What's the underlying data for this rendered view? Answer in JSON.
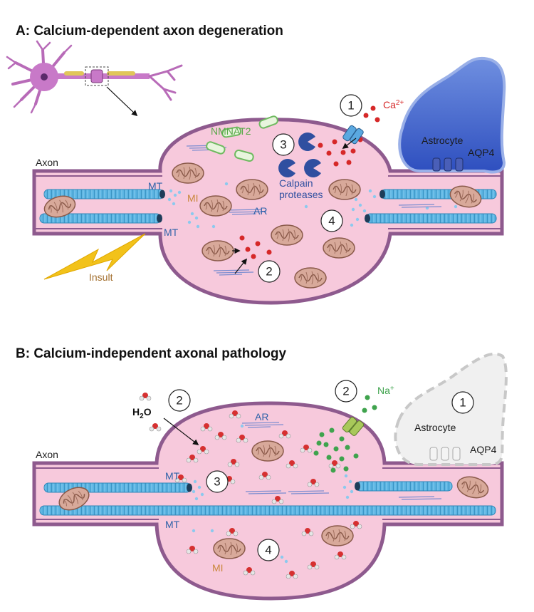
{
  "panel_a": {
    "title": "A: Calcium-dependent axon degeneration",
    "labels": {
      "axon": "Axon",
      "nmnat2": "NMNAT2",
      "mt_top": "MT",
      "mt_bottom": "MT",
      "mi": "MI",
      "ar": "AR",
      "calpain_line1": "Calpain",
      "calpain_line2": "proteases",
      "astrocyte": "Astrocyte",
      "aqp4": "AQP4",
      "ion_base": "Ca",
      "ion_charge": "2+",
      "insult": "Insult"
    },
    "steps": [
      "1",
      "2",
      "3",
      "4"
    ]
  },
  "panel_b": {
    "title": "B: Calcium-independent axonal pathology",
    "labels": {
      "axon": "Axon",
      "water_base": "H",
      "water_sub": "2",
      "water_end": "O",
      "ar": "AR",
      "mt_top": "MT",
      "mt_bottom": "MT",
      "mi": "MI",
      "astrocyte": "Astrocyte",
      "aqp4": "AQP4",
      "ion_base": "Na",
      "ion_charge": "+"
    },
    "steps": [
      "1",
      "2",
      "2",
      "3",
      "4"
    ]
  },
  "colors": {
    "membrane": "#8e5a8e",
    "cytoplasm": "#f7c9dc",
    "microtubule": "#4aa8d8",
    "mitochondria": "#d8a99a",
    "calcium": "#d62828",
    "sodium": "#3fa34d",
    "calpain": "#2f4fa0",
    "nmnat2": "#6fba60",
    "astrocyte": "#3a5fc8",
    "insult": "#f2c21a",
    "label_blue": "#2f62a8",
    "label_brown": "#c9873a"
  }
}
